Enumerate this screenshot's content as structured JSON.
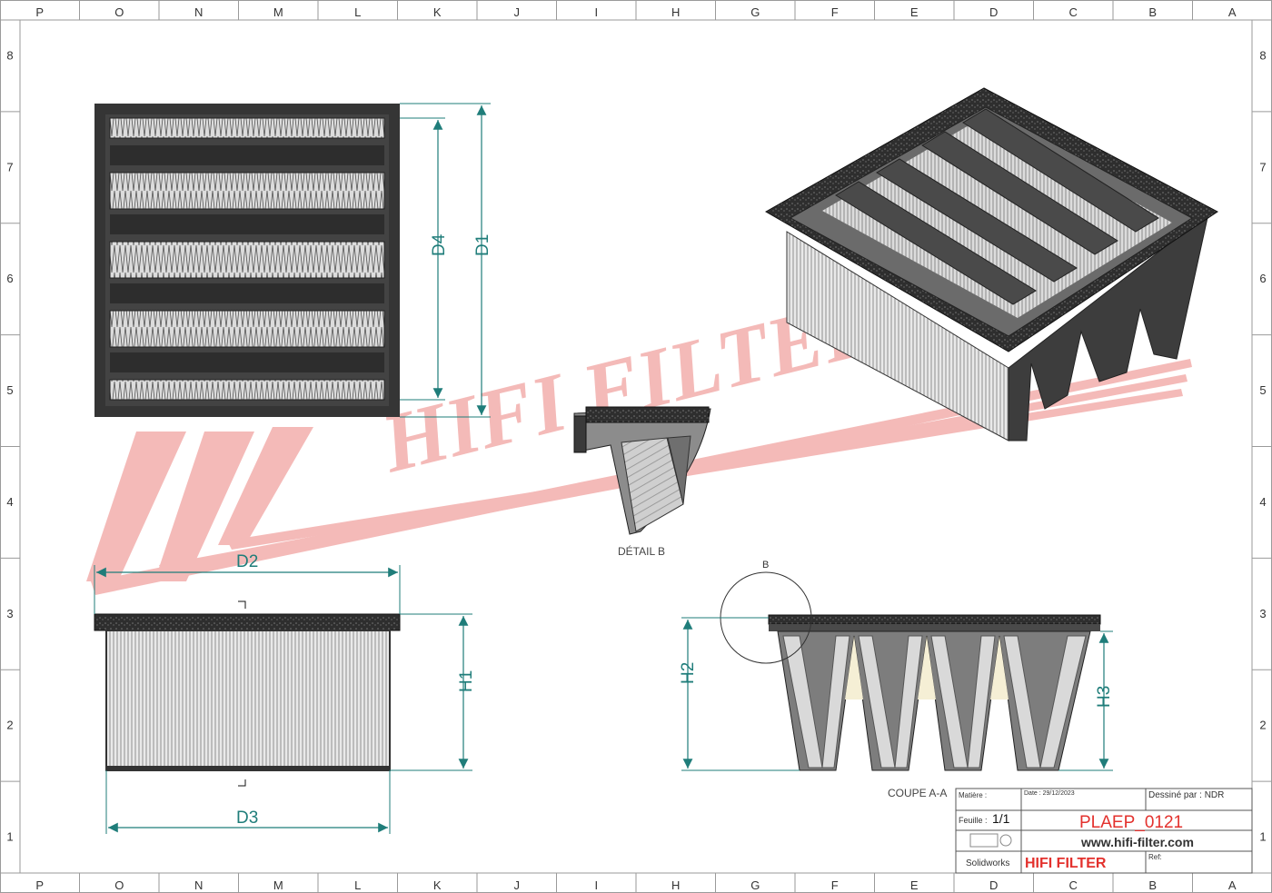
{
  "border": {
    "columns": [
      "P",
      "O",
      "N",
      "M",
      "L",
      "K",
      "J",
      "I",
      "H",
      "G",
      "F",
      "E",
      "D",
      "C",
      "B",
      "A"
    ],
    "rows": [
      "8",
      "7",
      "6",
      "5",
      "4",
      "3",
      "2",
      "1"
    ]
  },
  "watermark": {
    "text": "HIFI FILTER"
  },
  "dimensions": {
    "front": {
      "d4": "D4",
      "d1": "D1"
    },
    "side": {
      "d2": "D2",
      "d3": "D3",
      "h1": "H1"
    },
    "section": {
      "h2": "H2",
      "h3": "H3",
      "detail_marker": "B"
    }
  },
  "labels": {
    "detail": "DÉTAIL B",
    "section": "COUPE A-A"
  },
  "title_block": {
    "matiere_label": "Matière :",
    "date_label": "Date : 29/12/2023",
    "dessine_label": "Dessiné par : NDR",
    "feuille_label": "Feuille :",
    "feuille_value": "1/1",
    "part_number": "PLAEP_0121",
    "website": "www.hifi-filter.com",
    "software": "Solidworks",
    "company": "HIFI FILTER",
    "ref_label": "Ref:"
  },
  "colors": {
    "dimension": "#1f7d7a",
    "watermark": "#f3b3b1",
    "part_number": "#e3312d",
    "frame": "#3a3a3a"
  }
}
